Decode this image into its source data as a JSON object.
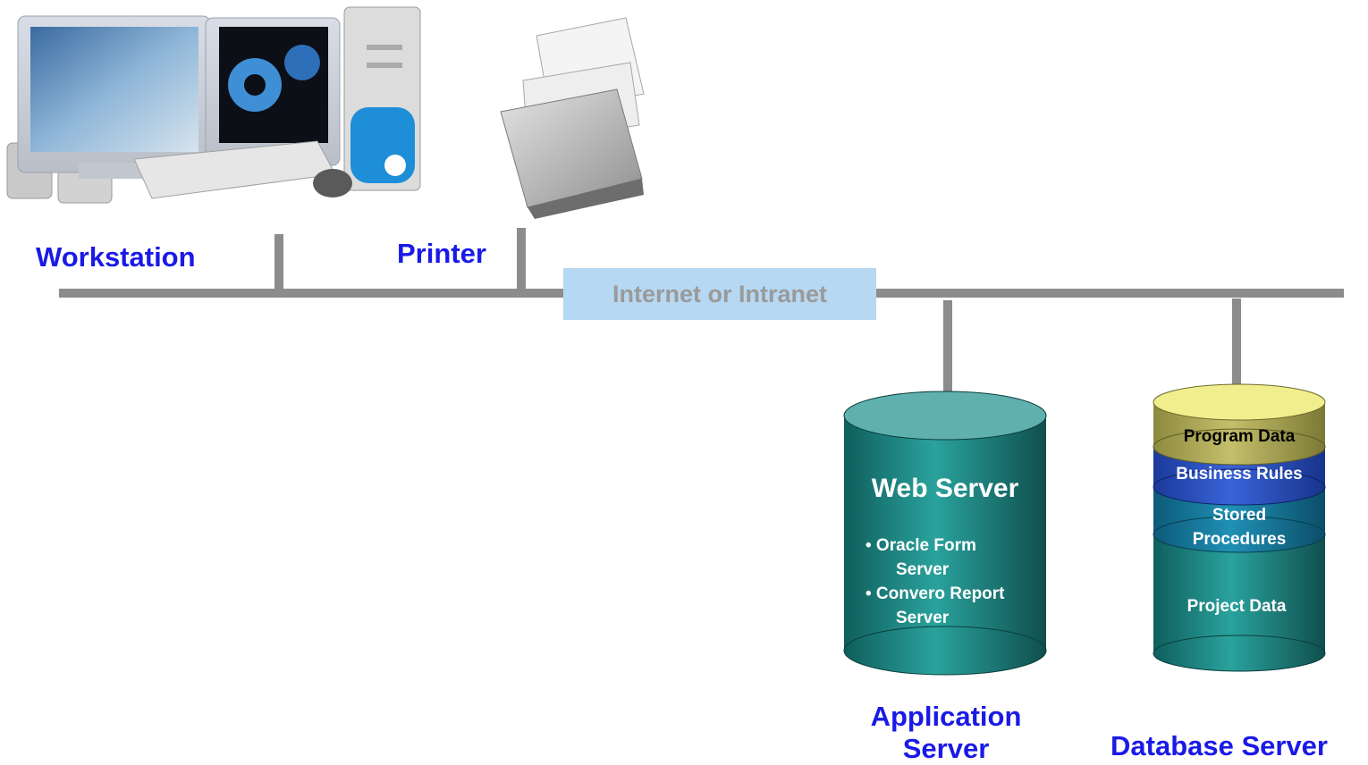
{
  "labels": {
    "workstation": "Workstation",
    "printer": "Printer",
    "network": "Internet or Intranet",
    "application_server_line1": "Application",
    "application_server_line2": "Server",
    "database_server": "Database Server"
  },
  "web_server": {
    "title": "Web Server",
    "items": [
      {
        "line1": "• Oracle Form",
        "line2": "Server"
      },
      {
        "line1": "• Convero Report",
        "line2": "Server"
      }
    ]
  },
  "database_layers": [
    {
      "label": "Program Data",
      "color": "#b8b35e",
      "text_color": "#000000"
    },
    {
      "label": "Business Rules",
      "color": "#2d55c8",
      "text_color": "#ffffff"
    },
    {
      "label_line1": "Stored",
      "label_line2": "Procedures",
      "color": "#1a7fa0",
      "text_color": "#ffffff"
    },
    {
      "label": "Project Data",
      "color": "#1f8a86",
      "text_color": "#ffffff"
    }
  ],
  "colors": {
    "label_blue": "#1a1ae6",
    "network_line": "#8c8c8c",
    "network_box": "#b6d8f2",
    "network_text": "#9a9a9a",
    "web_server_cylinder": "#1f8a86",
    "web_server_top": "#5fb0ae"
  },
  "icons": [
    "workstation-computer-icon",
    "printer-icon"
  ]
}
